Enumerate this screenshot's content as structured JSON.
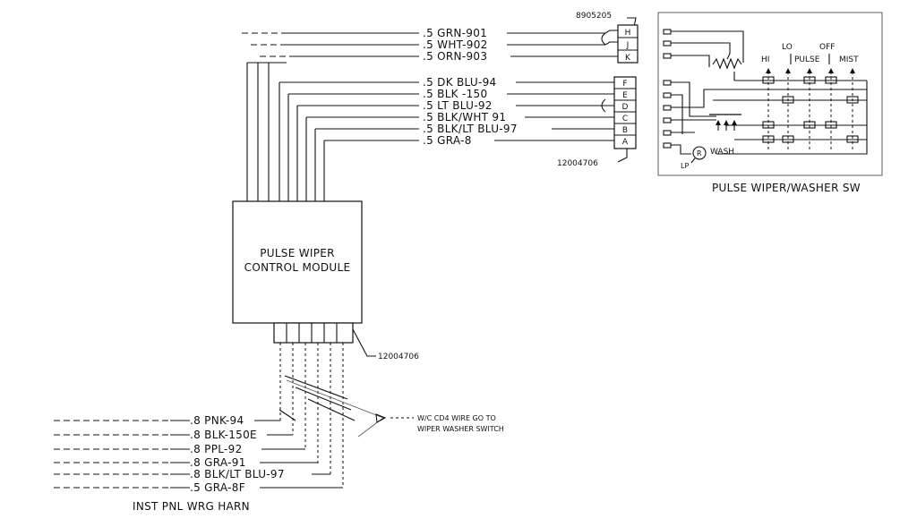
{
  "top_connector_id": "8905205",
  "top_wires": [
    {
      "label": ".5 GRN-901",
      "pin": "H"
    },
    {
      "label": ".5 WHT-902",
      "pin": "J"
    },
    {
      "label": ".5 ORN-903",
      "pin": "K"
    }
  ],
  "main_wires": [
    {
      "label": ".5 DK BLU-94",
      "pin": "F"
    },
    {
      "label": ".5 BLK -150",
      "pin": "E"
    },
    {
      "label": ".5 LT BLU-92",
      "pin": "D"
    },
    {
      "label": ".5 BLK/WHT 91",
      "pin": "C"
    },
    {
      "label": ".5 BLK/LT BLU-97",
      "pin": "B"
    },
    {
      "label": ".5 GRA-8",
      "pin": "A"
    }
  ],
  "main_connector_id": "12004706",
  "module_label_1": "PULSE WIPER",
  "module_label_2": "CONTROL MODULE",
  "module_connector_id": "12004706",
  "note_line_1": "W/C CD4 WIRE GO TO",
  "note_line_2": "WIPER WASHER SWITCH",
  "harness_wires": [
    ".8 PNK-94",
    ".8 BLK-150E",
    ".8 PPL-92",
    ".8 GRA-91",
    ".8 BLK/LT BLU-97",
    ".5 GRA-8F"
  ],
  "harness_label": "INST PNL WRG HARN",
  "switch": {
    "positions": [
      "HI",
      "LO",
      "PULSE",
      "OFF",
      "MIST"
    ],
    "wash_label": "WASH",
    "lp_label": "LP",
    "r_label": "R",
    "title": "PULSE WIPER/WASHER SW"
  }
}
